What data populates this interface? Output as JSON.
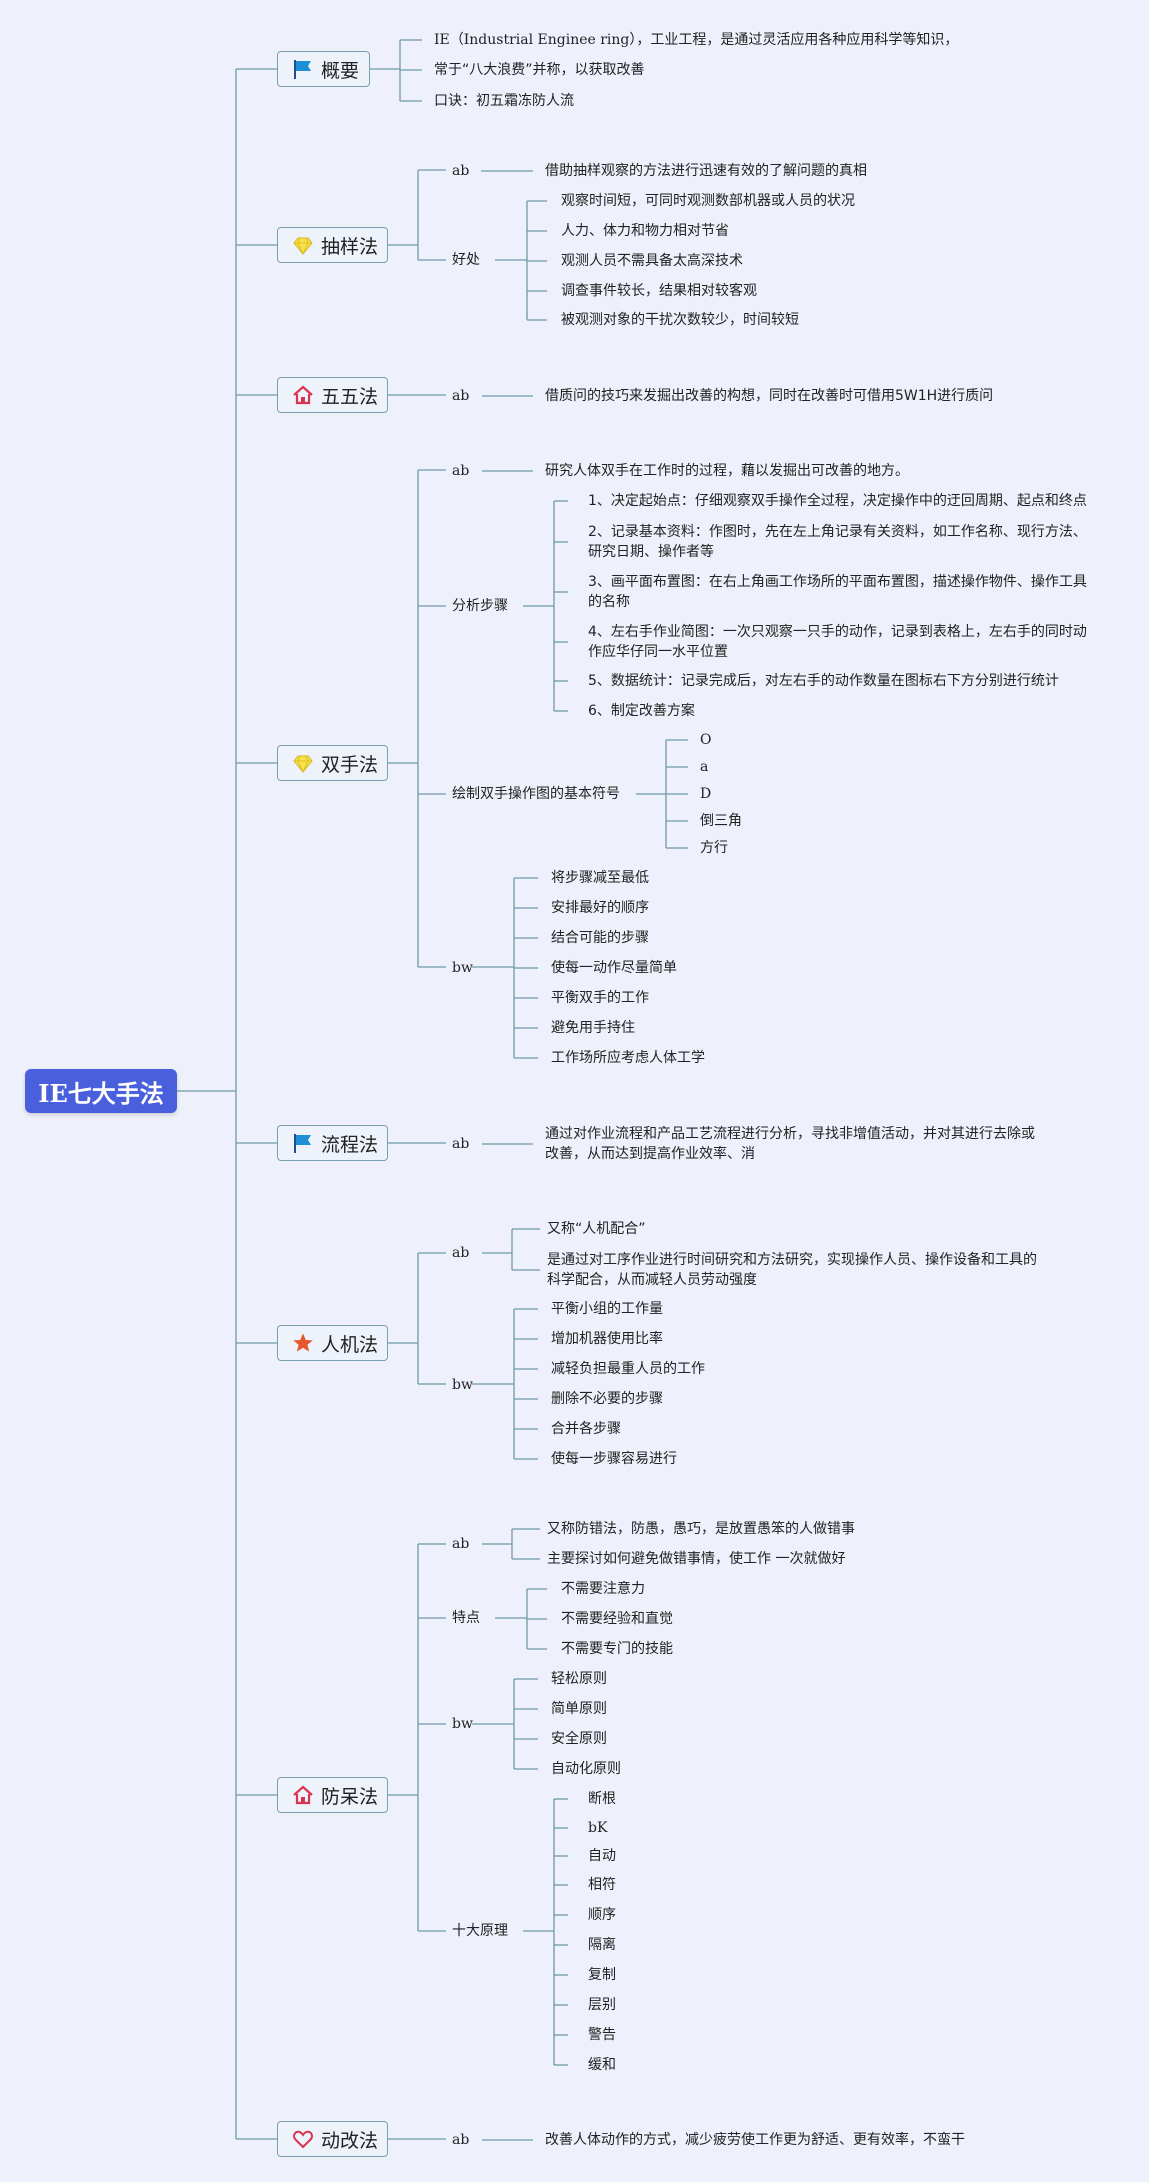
{
  "root": "IE七大手法",
  "sections": {
    "gaiyao": {
      "title": "概要",
      "icon": "blue-flag-icon",
      "items": [
        "IE（Industrial Enginee ring），工业工程，是通过灵活应用各种应用科学等知识，",
        "常于“八大浪费”并称，以获取改善",
        "口诀：初五霜冻防人流"
      ]
    },
    "chouyang": {
      "title": "抽样法",
      "icon": "yellow-diamond-icon",
      "ab_label": "ab",
      "ab": "借助抽样观察的方法进行迅速有效的了解问题的真相",
      "hao_label": "好处",
      "hao": [
        "观察时间短，可同时观测数部机器或人员的状况",
        "人力、体力和物力相对节省",
        "观测人员不需具备太高深技术",
        "调查事件较长，结果相对较客观",
        "被观测对象的干扰次数较少，时间较短"
      ]
    },
    "wuwu": {
      "title": "五五法",
      "icon": "red-house-icon",
      "ab_label": "ab",
      "ab": "借质问的技巧来发掘出改善的构想，同时在改善时可借用5W1H进行质问"
    },
    "shuangshou": {
      "title": "双手法",
      "icon": "yellow-diamond-icon",
      "ab_label": "ab",
      "ab": "研究人体双手在工作时的过程，藉以发掘出可改善的地方。",
      "steps_label": "分析步骤",
      "steps": [
        {
          "l1": "1、决定起始点：仔细观察双手操作全过程，决定操作中的迂回周期、起点和终点"
        },
        {
          "l1": "2、记录基本资料：作图时，先在左上角记录有关资料，如工作名称、现行方法、",
          "l2": "研究日期、操作者等"
        },
        {
          "l1": "3、画平面布置图：在右上角画工作场所的平面布置图，描述操作物件、操作工具",
          "l2": "的名称"
        },
        {
          "l1": "4、左右手作业简图：一次只观察一只手的动作，记录到表格上，左右手的同时动",
          "l2": "作应华仔同一水平位置"
        },
        {
          "l1": "5、数据统计：记录完成后，对左右手的动作数量在图标右下方分别进行统计"
        },
        {
          "l1": "6、制定改善方案"
        }
      ],
      "symbols_label": "绘制双手操作图的基本符号",
      "symbols": [
        "O",
        "a",
        "D",
        "倒三角",
        "方行"
      ],
      "bw_label": "bw",
      "bw": [
        "将步骤减至最低",
        "安排最好的顺序",
        "结合可能的步骤",
        "使每一动作尽量简单",
        "平衡双手的工作",
        "避免用手持住",
        "工作场所应考虑人体工学"
      ]
    },
    "liucheng": {
      "title": "流程法",
      "icon": "blue-flag-icon",
      "ab_label": "ab",
      "ab_l1": "通过对作业流程和产品工艺流程进行分析，寻找非增值活动，并对其进行去除或",
      "ab_l2": "改善，从而达到提高作业效率、消"
    },
    "renji": {
      "title": "人机法",
      "icon": "orange-star-icon",
      "ab_label": "ab",
      "ab1": "又称“人机配合”",
      "ab2_l1": "是通过对工序作业进行时间研究和方法研究，实现操作人员、操作设备和工具的",
      "ab2_l2": "科学配合，从而减轻人员劳动强度",
      "bw_label": "bw",
      "bw": [
        "平衡小组的工作量",
        "增加机器使用比率",
        "减轻负担最重人员的工作",
        "删除不必要的步骤",
        "合并各步骤",
        "使每一步骤容易进行"
      ]
    },
    "fangdai": {
      "title": "防呆法",
      "icon": "red-house-icon",
      "ab_label": "ab",
      "ab": [
        "又称防错法，防愚，愚巧，是放置愚笨的人做错事",
        "主要探讨如何避免做错事情，使工作 一次就做好"
      ],
      "te_label": "特点",
      "te": [
        "不需要注意力",
        "不需要经验和直觉",
        "不需要专门的技能"
      ],
      "bw_label": "bw",
      "bw": [
        "轻松原则",
        "简单原则",
        "安全原则",
        "自动化原则"
      ],
      "shi_label": "十大原理",
      "shi": [
        "断根",
        "bK",
        "自动",
        "相符",
        "顺序",
        "隔离",
        "复制",
        "层别",
        "警告",
        "缓和"
      ]
    },
    "donggai": {
      "title": "动改法",
      "icon": "red-heart-icon",
      "ab_label": "ab",
      "ab": "改善人体动作的方式，减少疲劳使工作更为舒适、更有效率，不蛮干"
    }
  }
}
